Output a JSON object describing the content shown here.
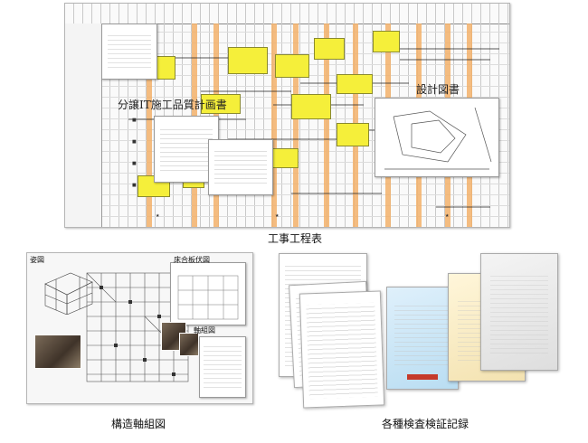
{
  "captions": {
    "schedule": "工事工程表",
    "structure": "構造軸組図",
    "inspections": "各種検査検証記録"
  },
  "schedule": {
    "title_quality": "分譲IT施工品質計画書",
    "title_design": "設計図書"
  },
  "structure": {
    "label_perspective": "姿図",
    "label_floor": "床合板伏図",
    "label_frame": "軸組図"
  }
}
